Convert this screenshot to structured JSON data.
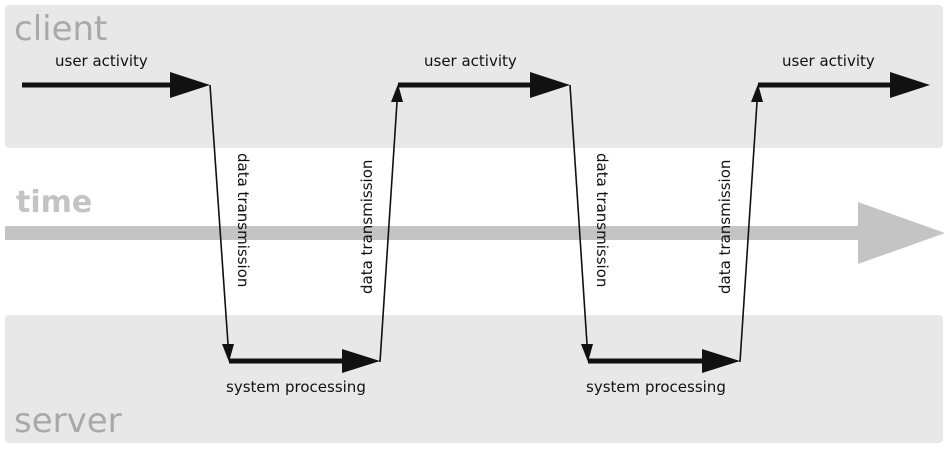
{
  "lanes": {
    "client": "client",
    "server": "server"
  },
  "timeline": {
    "label": "time",
    "color": "#c4c4c4"
  },
  "labels": {
    "user_activity": "user activity",
    "data_transmission": "data transmission",
    "system_processing": "system processing"
  },
  "colors": {
    "lane_background": "#e8e8e8",
    "lane_text": "#a9a9a9",
    "arrow": "#111111"
  }
}
